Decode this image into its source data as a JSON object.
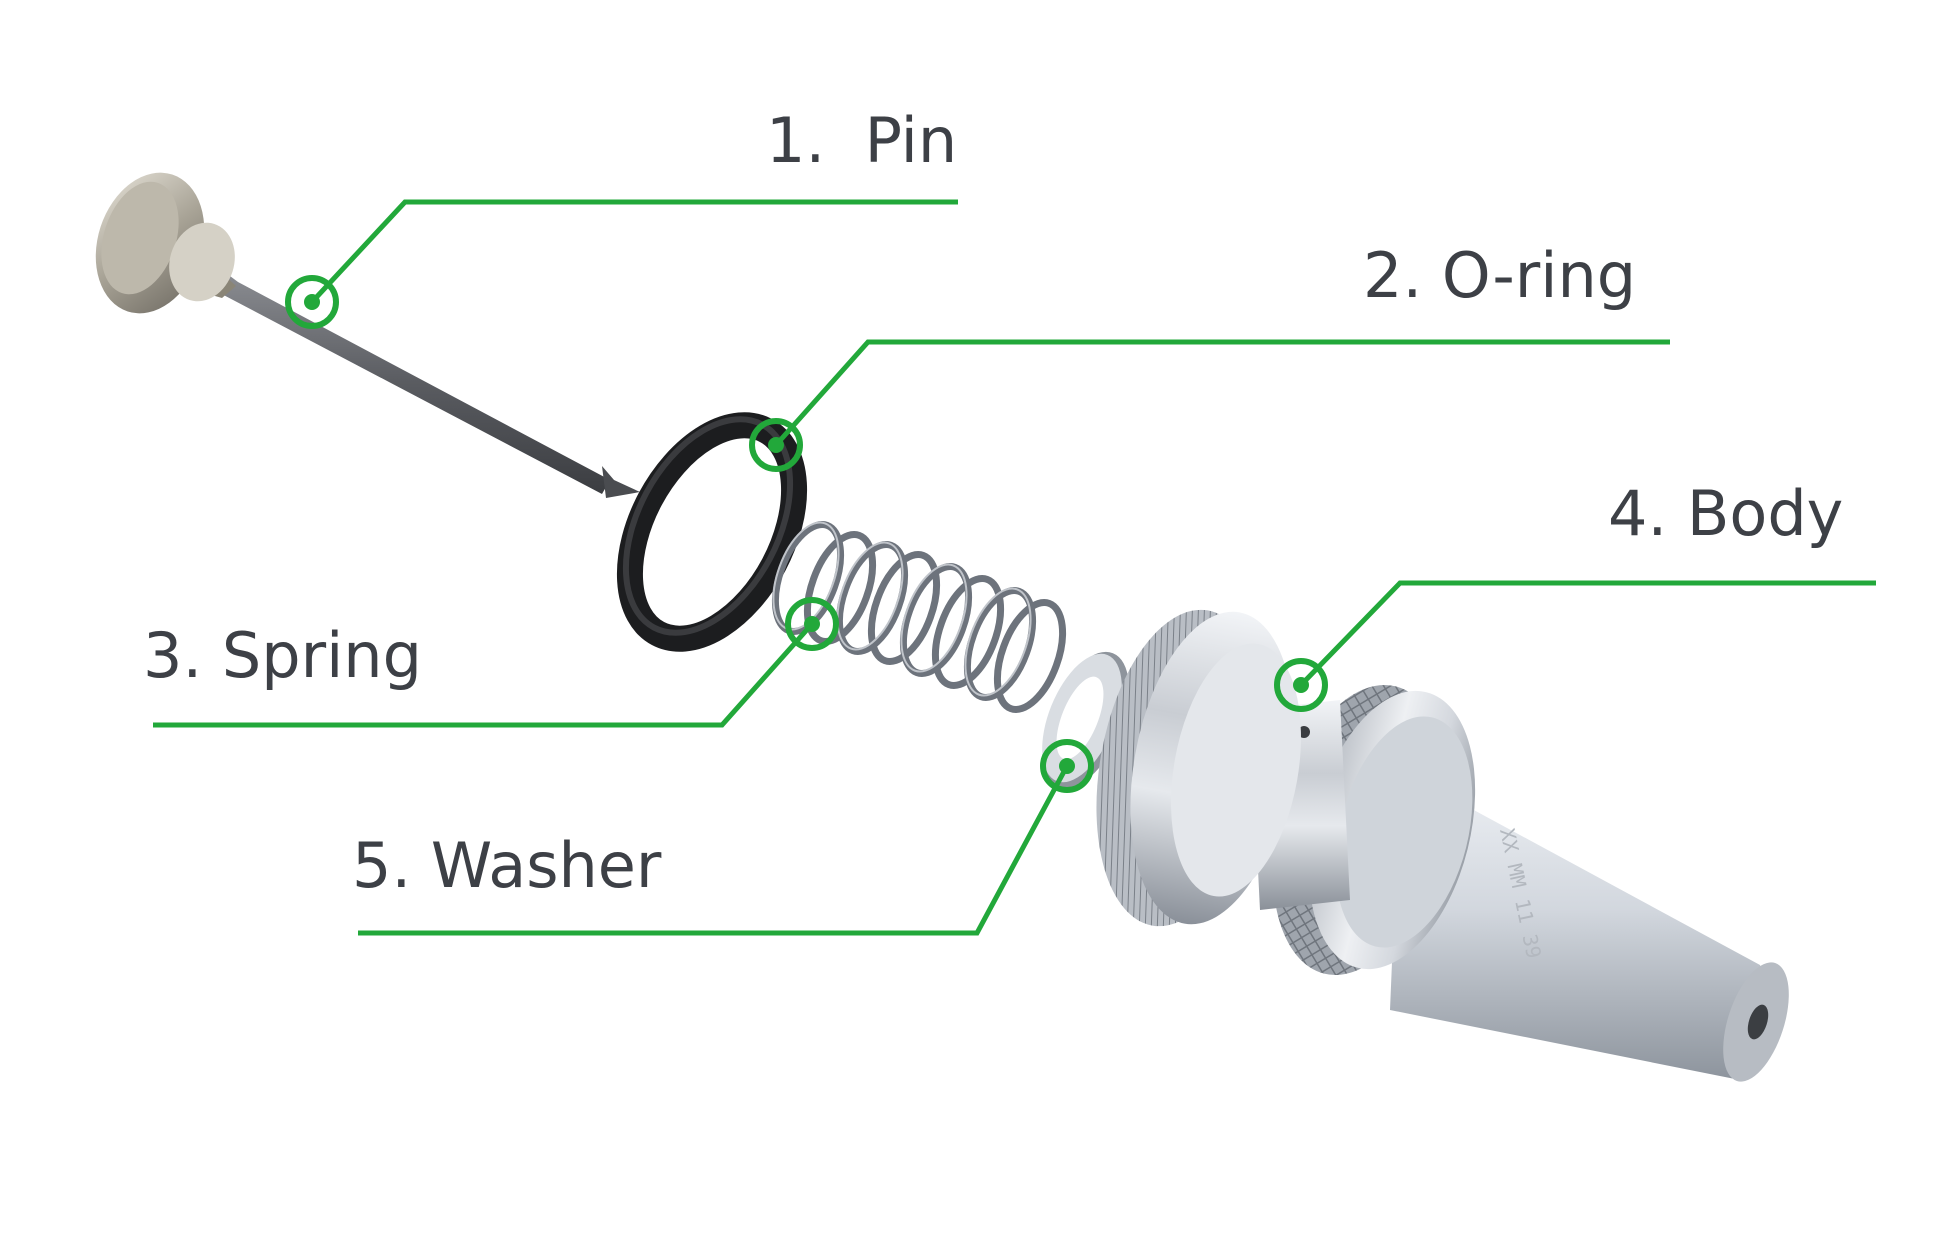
{
  "accent_color": "#22a83a",
  "text_color": "#3d4046",
  "parts": [
    {
      "id": "pin",
      "label": "1.  Pin"
    },
    {
      "id": "oring",
      "label": "2. O-ring"
    },
    {
      "id": "spring",
      "label": "3. Spring"
    },
    {
      "id": "body",
      "label": "4. Body"
    },
    {
      "id": "washer",
      "label": "5. Washer"
    }
  ]
}
